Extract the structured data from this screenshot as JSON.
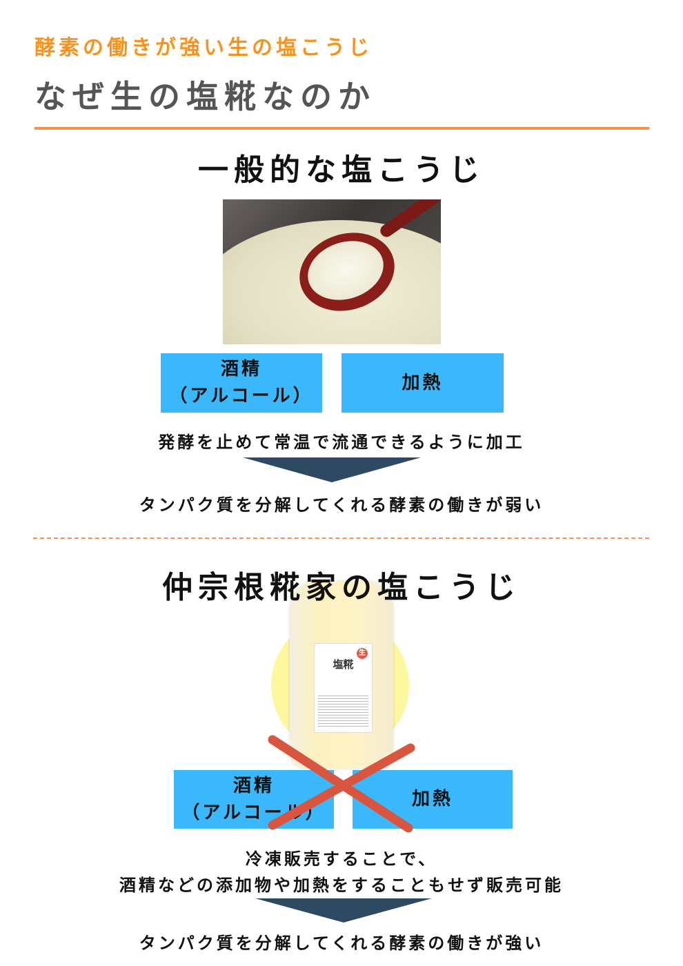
{
  "header": {
    "subtitle": "酵素の働きが強い生の塩こうじ",
    "title": "なぜ生の塩糀なのか"
  },
  "general": {
    "heading": "一般的な塩こうじ",
    "box1_line1": "酒精",
    "box1_line2": "（アルコール）",
    "box2": "加熱",
    "desc": "発酵を止めて常温で流通できるように加工",
    "result": "タンパク質を分解してくれる酵素の働きが弱い"
  },
  "ours": {
    "heading": "仲宗根糀家の塩こうじ",
    "product_label": {
      "name": "塩糀",
      "badge": "生"
    },
    "box1_line1": "酒精",
    "box1_line2": "（アルコール）",
    "box2": "加熱",
    "desc_line1": "冷凍販売することで、",
    "desc_line2": "酒精などの添加物や加熱をすることもせず販売可能",
    "result": "タンパク質を分解してくれる酵素の働きが強い"
  },
  "colors": {
    "accent": "#f7931e",
    "box": "#3bb8fb",
    "arrow": "#2e4a63",
    "cross": "#d9553f"
  }
}
